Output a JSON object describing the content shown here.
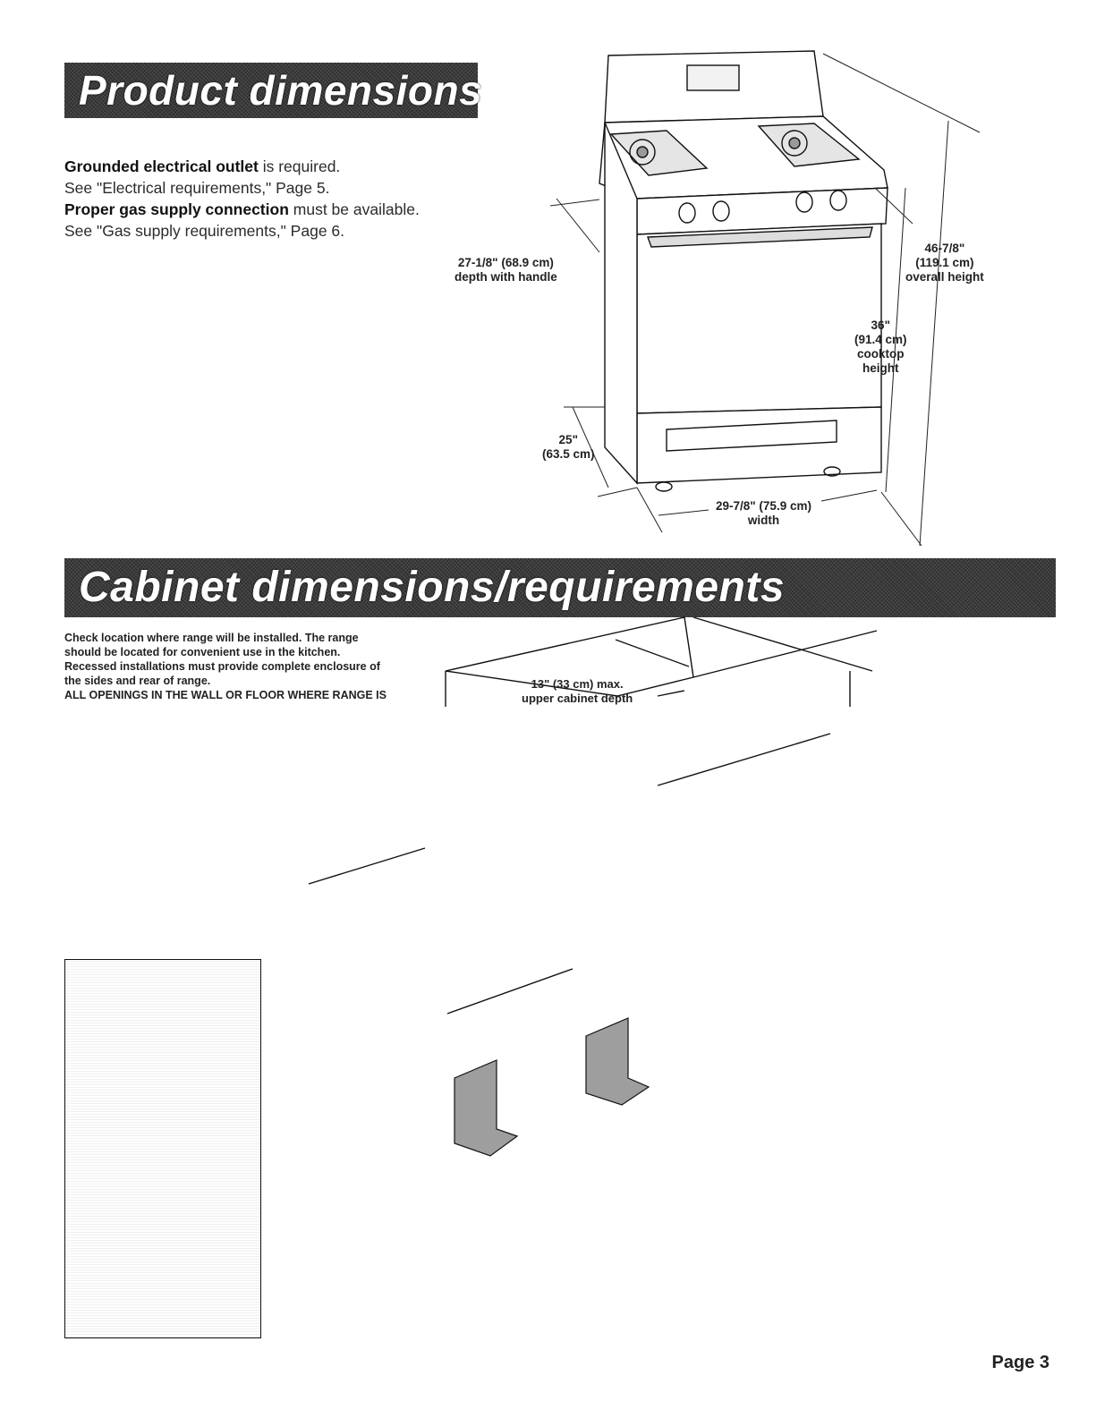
{
  "banners": {
    "product": "Product dimensions",
    "cabinet": "Cabinet dimensions/requirements"
  },
  "intro": {
    "p1_bold": "Grounded electrical outlet",
    "p1_rest": " is required.",
    "p2": "See \"Electrical requirements,\" Page 5.",
    "p3_bold": "Proper gas supply connection",
    "p3_rest": " must be available.",
    "p4": "See \"Gas supply requirements,\" Page 6."
  },
  "dimensions": {
    "depth_value": "27-1/8\" (68.9 cm)",
    "depth_label": "depth with handle",
    "overall_value": "46-7/8\"",
    "overall_metric": "(119.1 cm)",
    "overall_label": "overall height",
    "cooktop_value": "36\"",
    "cooktop_metric": "(91.4 cm)",
    "cooktop_label1": "cooktop",
    "cooktop_label2": "height",
    "side_value": "25\"",
    "side_metric": "(63.5 cm)",
    "width_value": "29-7/8\" (75.9 cm)",
    "width_label": "width",
    "cabinet_depth_value": "13\" (33 cm) max.",
    "cabinet_depth_label": "upper cabinet depth"
  },
  "cabinet_text": {
    "line1": "Check location where range will be installed. The range",
    "line2": "should be located for convenient use in the kitchen.",
    "line3": "Recessed installations must provide complete enclosure of",
    "line4": "the sides and rear of range.",
    "line5": "ALL OPENINGS IN THE WALL OR FLOOR WHERE RANGE IS"
  },
  "footer": {
    "page": "Page 3"
  }
}
